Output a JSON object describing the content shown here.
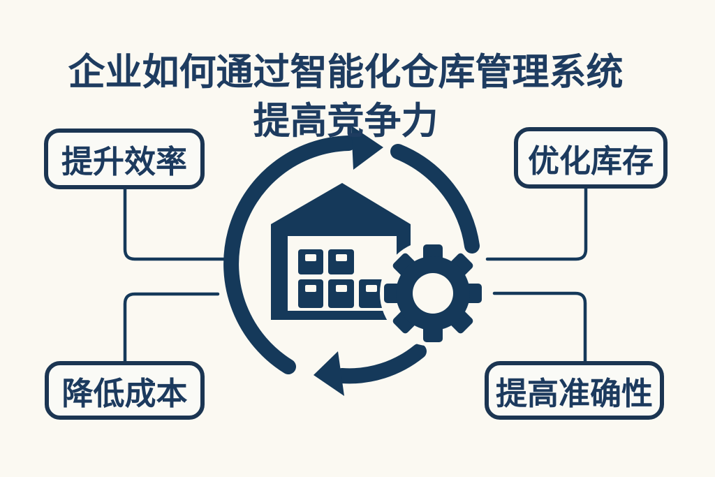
{
  "title": {
    "line1": "企业如何通过智能化仓库管理系统",
    "line2": "提高竞争力"
  },
  "benefits": [
    {
      "position": "top-left",
      "label": "提升效率"
    },
    {
      "position": "top-right",
      "label": "优化库存"
    },
    {
      "position": "bottom-left",
      "label": "降低成本"
    },
    {
      "position": "bottom-right",
      "label": "提高准确性"
    }
  ],
  "center_icon": {
    "name": "smart-warehouse-management-cycle",
    "elements": [
      "cycle-arrows-icon",
      "warehouse-icon",
      "gear-icon"
    ]
  },
  "colors": {
    "background": "#fbf9f2",
    "navy": "#15395a",
    "title_text": "#1e3c60",
    "box_border": "#1b3552",
    "box_fill": "#fafaf6",
    "box_text": "#1c3a5e"
  }
}
